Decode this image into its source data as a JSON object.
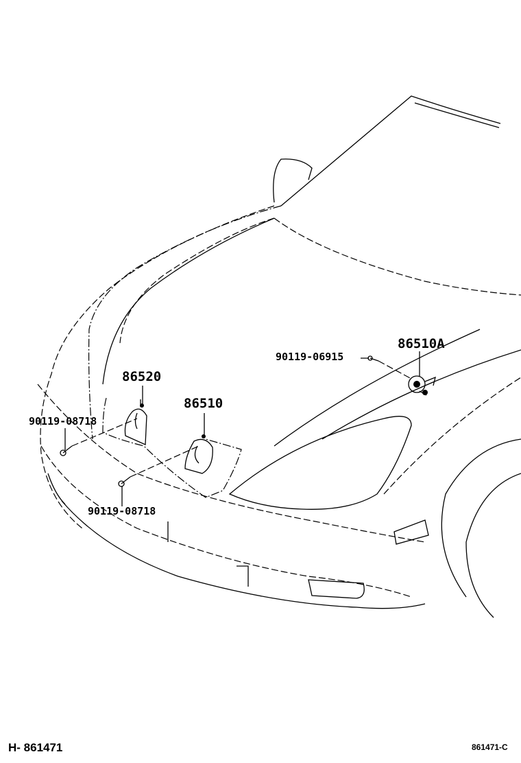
{
  "diagram": {
    "parts": [
      {
        "id": "horn-high",
        "label": "86520"
      },
      {
        "id": "horn-low",
        "label": "86510"
      },
      {
        "id": "horn-alt",
        "label": "86510A"
      },
      {
        "id": "bolt-left",
        "label": "90119-08718"
      },
      {
        "id": "bolt-bottom",
        "label": "90119-08718"
      },
      {
        "id": "bolt-right",
        "label": "90119-06915"
      }
    ],
    "footer": {
      "figure_code": "H- 861471",
      "illustration_code": "861471-C"
    }
  }
}
